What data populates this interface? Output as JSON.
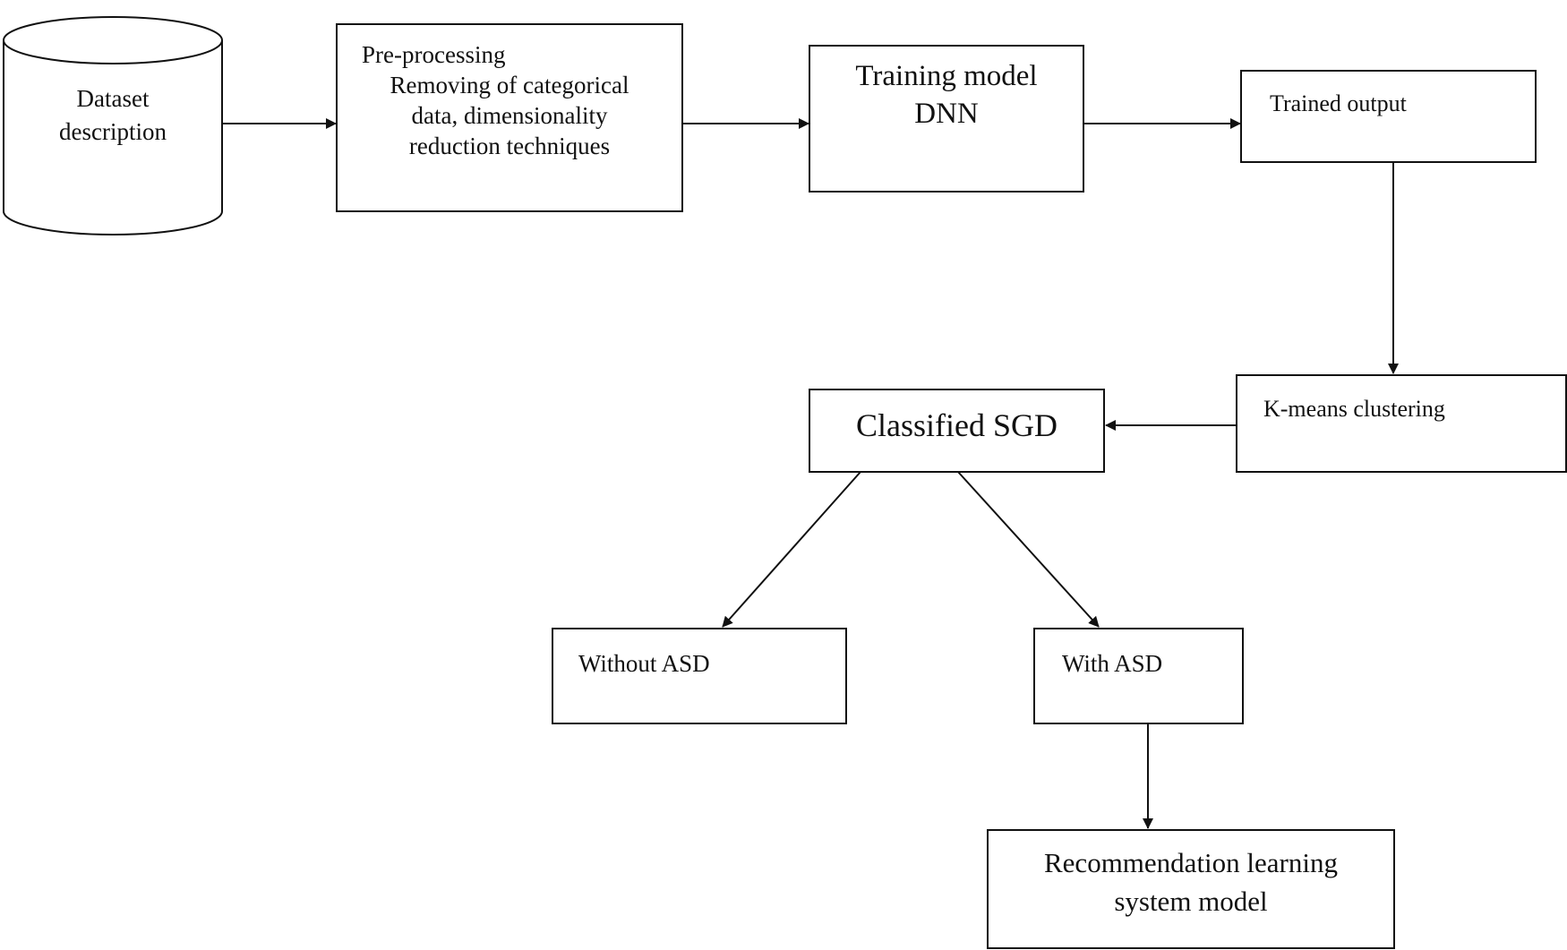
{
  "nodes": {
    "dataset": {
      "lines": [
        "Dataset",
        "description"
      ]
    },
    "preprocessing": {
      "title": "Pre-processing",
      "lines": [
        "Removing of categorical",
        "data, dimensionality",
        "reduction techniques"
      ]
    },
    "training": {
      "lines": [
        "Training model",
        "DNN"
      ]
    },
    "trained_output": {
      "label": "Trained output"
    },
    "kmeans": {
      "label": "K-means clustering"
    },
    "classified": {
      "label": "Classified SGD"
    },
    "without_asd": {
      "label": "Without ASD"
    },
    "with_asd": {
      "label": "With ASD"
    },
    "recommendation": {
      "lines": [
        "Recommendation learning",
        "system model"
      ]
    }
  }
}
